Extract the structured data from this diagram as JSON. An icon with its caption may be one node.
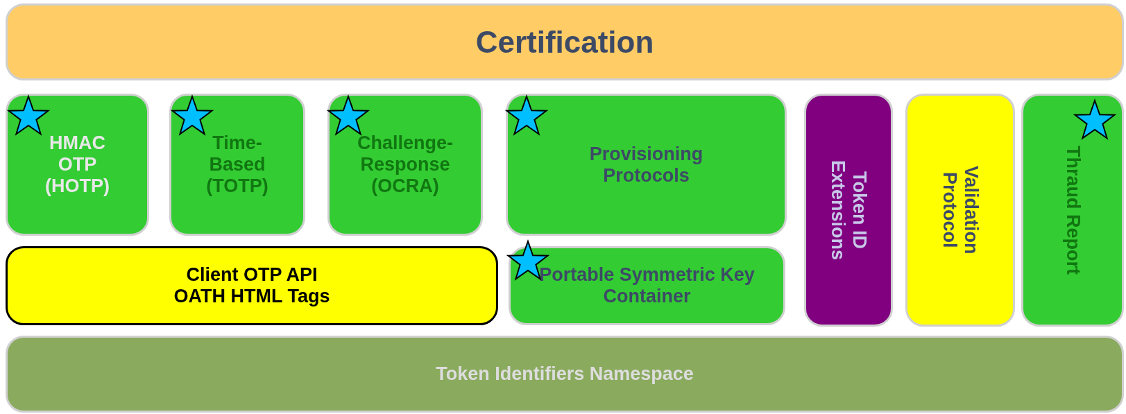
{
  "diagram": {
    "nodes": [
      {
        "text": [
          "Certification"
        ]
      },
      {
        "text": [
          "HMAC OTP (HOTP)"
        ]
      },
      {
        "text": [
          "Time-Based (TOTP)"
        ]
      },
      {
        "text": [
          "Challenge-Response (OCRA)"
        ]
      },
      {
        "text": [
          "Provisioning Protocols"
        ]
      },
      {
        "text": [
          "Token ID Extensions"
        ]
      },
      {
        "text": [
          "Validation Protocol"
        ]
      },
      {
        "text": [
          "Thraud Report"
        ]
      },
      {
        "text": [
          "Client OTP API",
          "OATH HTML Tags"
        ]
      },
      {
        "text": [
          "Portable Symmetric Key Container"
        ]
      },
      {
        "text": [
          "Token Identifiers Namespace"
        ]
      }
    ]
  }
}
